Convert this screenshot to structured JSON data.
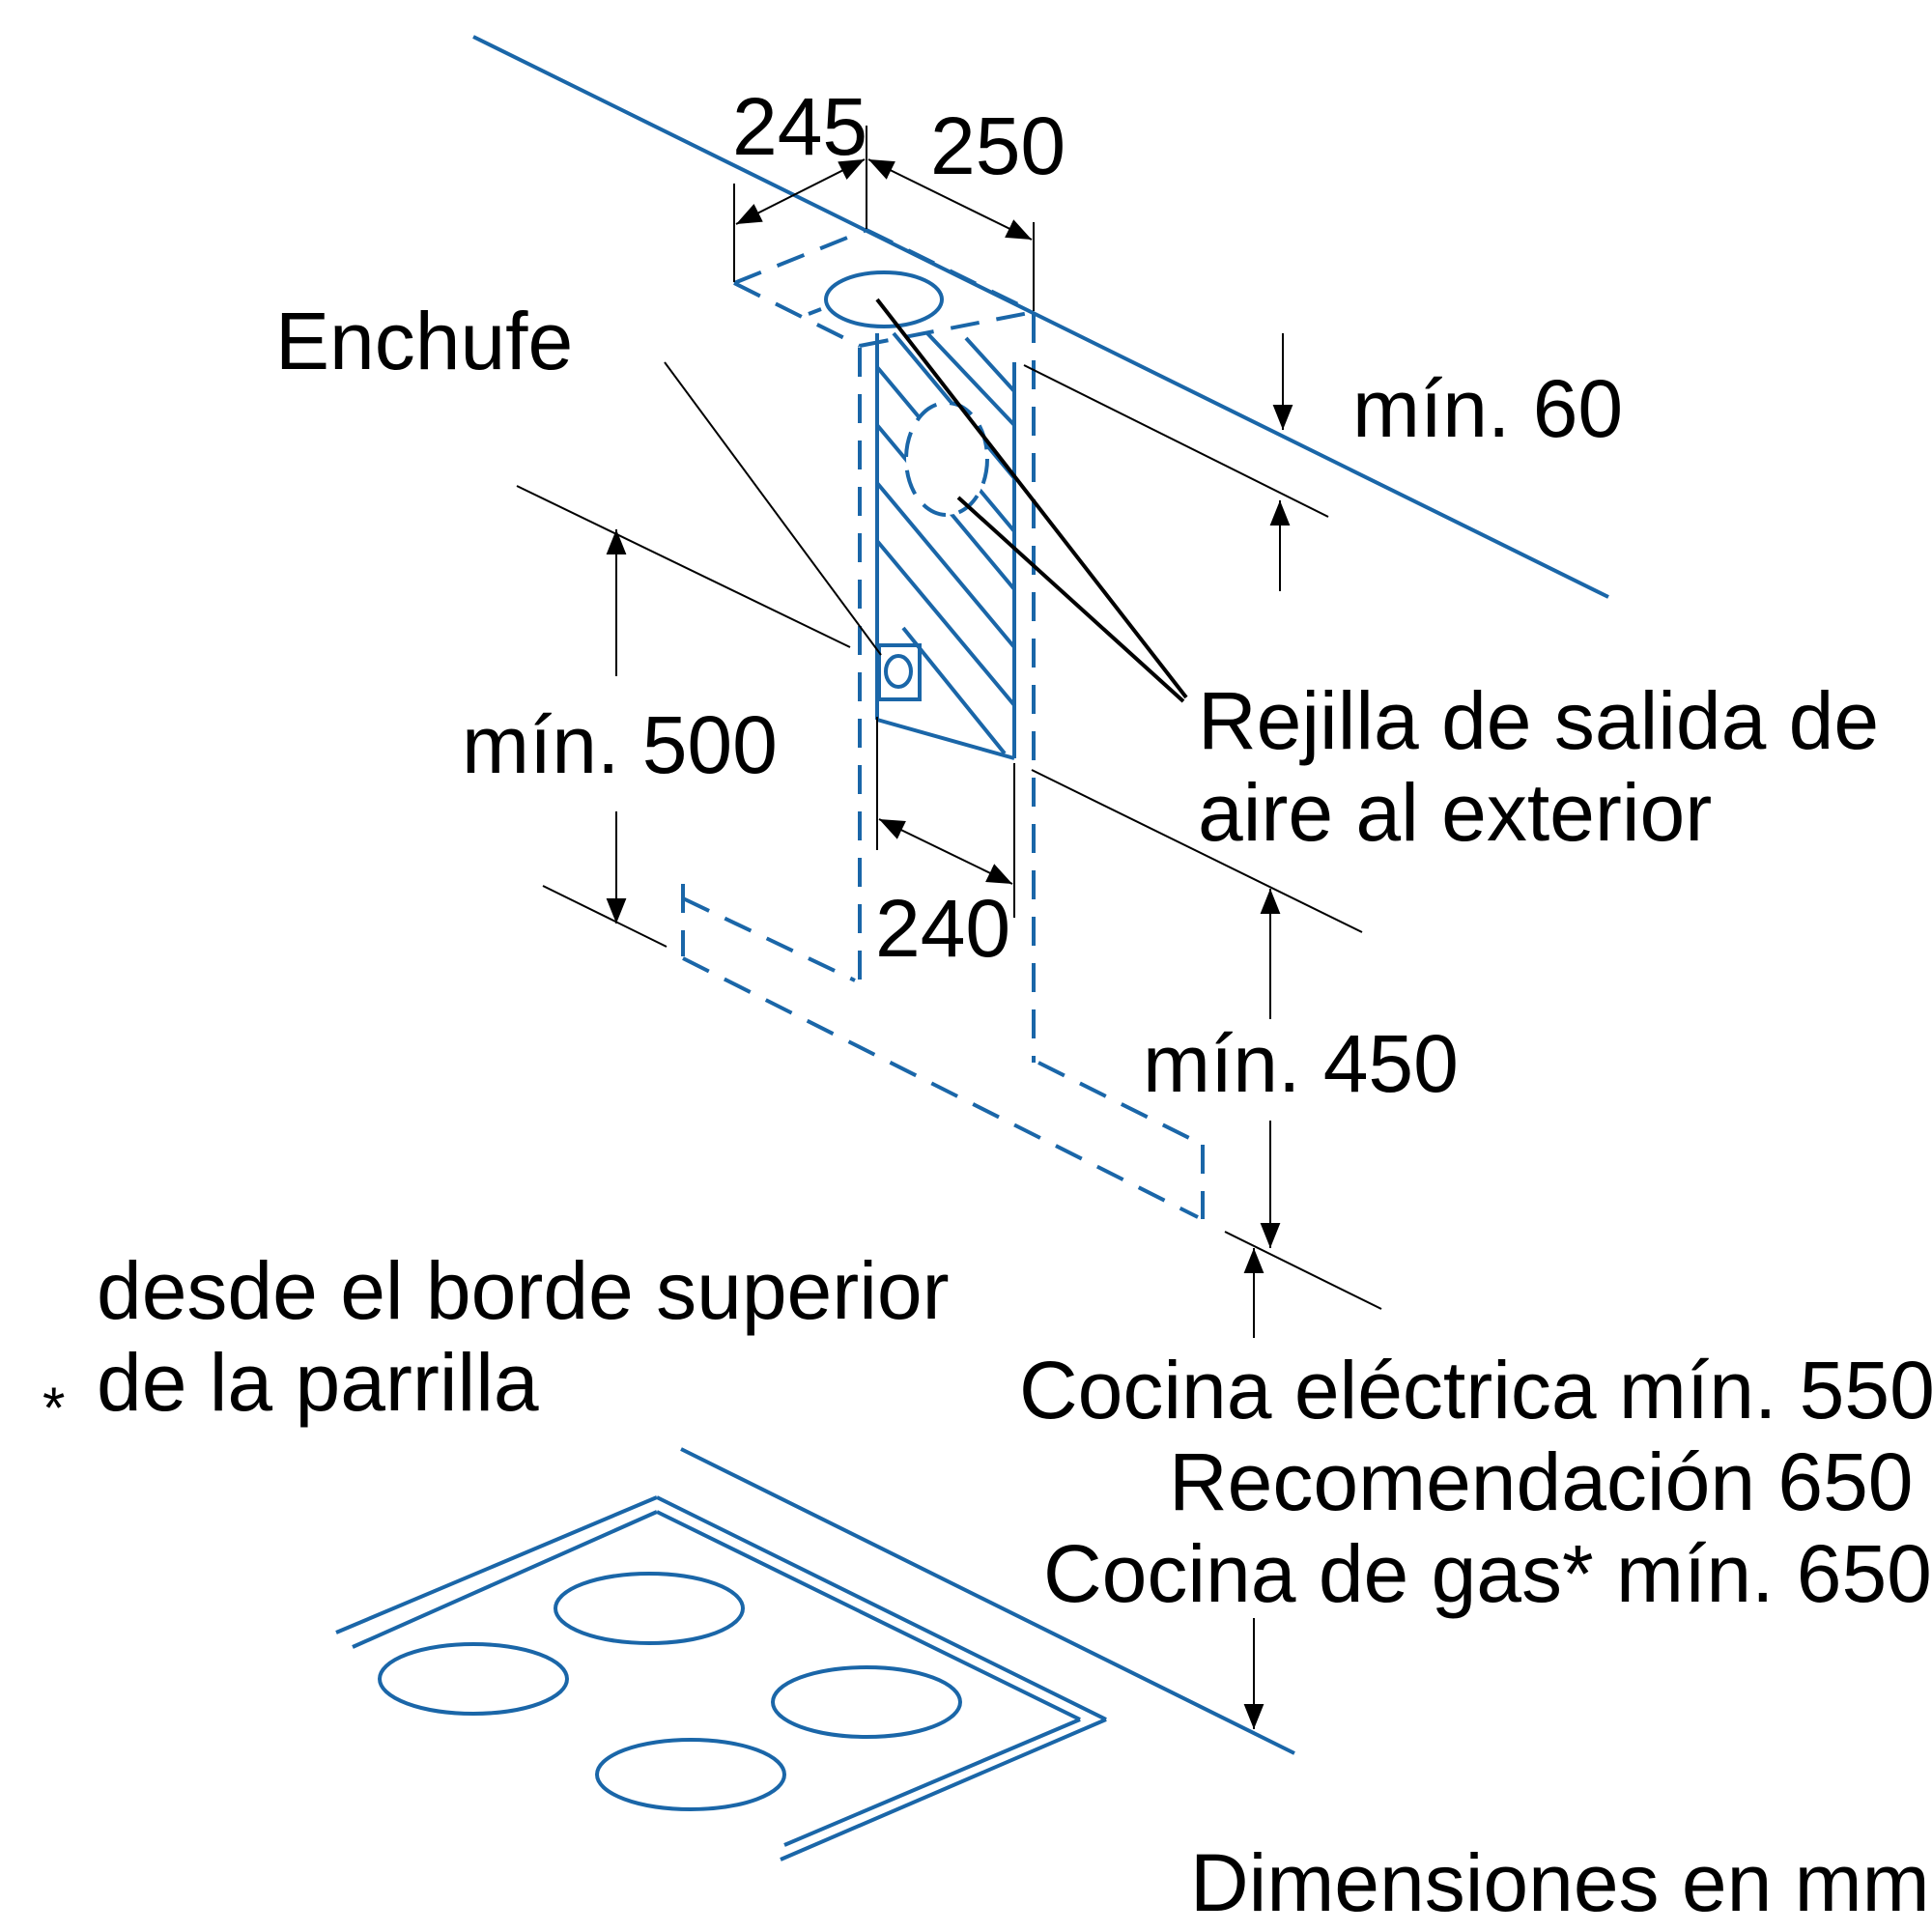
{
  "labels": {
    "enchufe": "Enchufe",
    "dim_245": "245",
    "dim_250": "250",
    "dim_min60": "mín. 60",
    "dim_min500": "mín. 500",
    "dim_240": "240",
    "dim_min450": "mín. 450",
    "rejilla_line1": "Rejilla de salida de",
    "rejilla_line2": "aire al exterior",
    "footnote_line1": "desde el borde superior",
    "footnote_line2": "de la parrilla",
    "footnote_star": "*",
    "cocina_electrica": "Cocina eléctrica mín. 550",
    "recomendacion": "Recomendación 650",
    "cocina_gas": "Cocina de gas* mín. 650",
    "dimensiones": "Dimensiones en mm"
  },
  "colors": {
    "drawing_blue": "#1a66a8",
    "annotation_black": "#000000"
  }
}
